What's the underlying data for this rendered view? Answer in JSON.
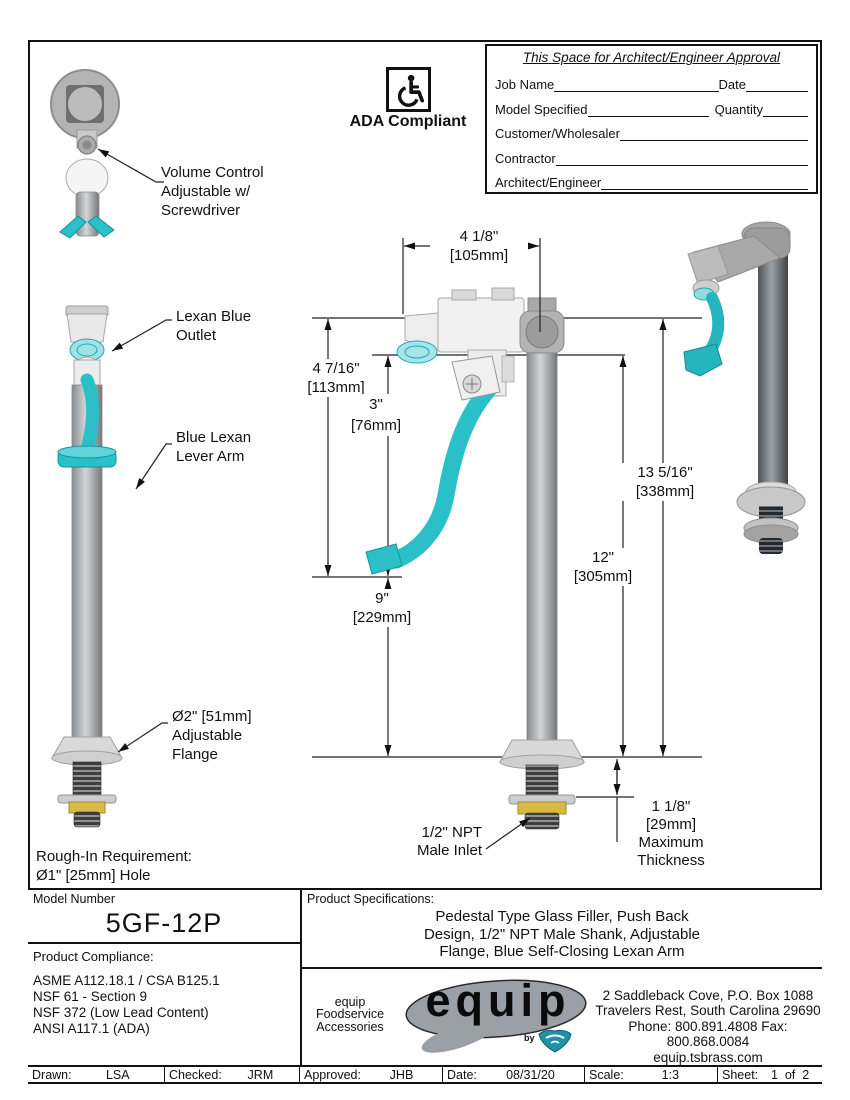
{
  "doc": {
    "approval": {
      "title": "This Space for Architect/Engineer Approval",
      "job_name": "Job Name",
      "date": "Date",
      "model_specified": "Model Specified",
      "quantity": "Quantity",
      "customer": "Customer/Wholesaler",
      "contractor": "Contractor",
      "architect": "Architect/Engineer"
    },
    "ada_label": "ADA Compliant",
    "callouts": {
      "volume_control": "Volume Control\nAdjustable w/\nScrewdriver",
      "lexan_outlet": "Lexan Blue\nOutlet",
      "lever_arm": "Blue Lexan\nLever Arm",
      "flange": "Ø2\" [51mm]\nAdjustable\nFlange",
      "rough_in": "Rough-In Requirement:\nØ1\" [25mm] Hole",
      "inlet": "1/2\" NPT\nMale Inlet",
      "max_thickness": "1 1/8\"\n[29mm]\nMaximum\nThickness"
    },
    "dimensions": {
      "width_top": "4 1/8\"\n[105mm]",
      "head_height": "4 7/16\"\n[113mm]",
      "lever_drop": "3\"\n[76mm]",
      "pedestal_clear": "9\"\n[229mm]",
      "overall_height": "13 5/16\"\n[338mm]",
      "column_height": "12\"\n[305mm]"
    },
    "title_block": {
      "model_number_label": "Model Number",
      "model_number": "5GF-12P",
      "compliance_label": "Product Compliance:",
      "compliance_items": [
        "ASME A112.18.1 / CSA B125.1",
        "NSF 61 - Section 9",
        "NSF 372 (Low Lead Content)",
        "ANSI A117.1 (ADA)"
      ],
      "specs_label": "Product Specifications:",
      "specs_text": "Pedestal Type Glass Filler, Push Back\nDesign, 1/2\" NPT Male Shank, Adjustable\nFlange, Blue Self-Closing Lexan Arm",
      "brand_tagline": "equip\nFoodservice\nAccessories",
      "brand_logo_text": "equip",
      "brand_by": "by",
      "address": "2 Saddleback Cove, P.O. Box 1088\nTravelers Rest, South Carolina 29690\nPhone: 800.891.4808  Fax: 800.868.0084\nequip.tsbrass.com"
    },
    "footer": [
      {
        "label": "Drawn:",
        "value": "LSA"
      },
      {
        "label": "Checked:",
        "value": "JRM"
      },
      {
        "label": "Approved:",
        "value": "JHB"
      },
      {
        "label": "Date:",
        "value": "08/31/20"
      },
      {
        "label": "Scale:",
        "value": "1:3"
      },
      {
        "label": "Sheet:",
        "value": "1  of  2"
      }
    ],
    "colors": {
      "lexan_teal": "#2bc0c8",
      "brass": "#d9b945",
      "line": "#1a1a1a"
    }
  }
}
